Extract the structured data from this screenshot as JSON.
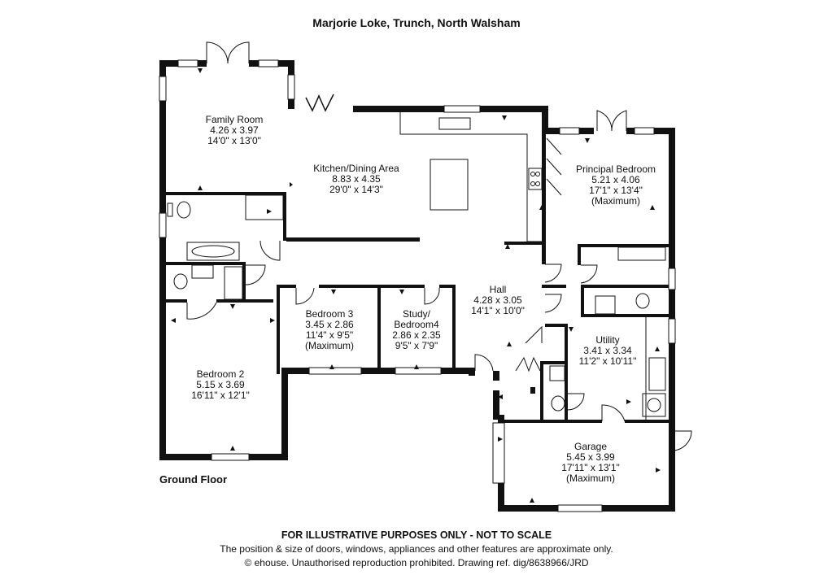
{
  "title": "Marjorie Loke, Trunch, North Walsham",
  "floor_label": "Ground Floor",
  "rooms": [
    {
      "id": "family-room",
      "lines": [
        "Family Room",
        "4.26 x 3.97",
        "14'0\" x 13'0\""
      ]
    },
    {
      "id": "kitchen",
      "lines": [
        "Kitchen/Dining Area",
        "8.83 x 4.35",
        "29'0\" x 14'3\""
      ]
    },
    {
      "id": "principal-bedroom",
      "lines": [
        "Principal Bedroom",
        "5.21 x 4.06",
        "17'1\" x 13'4\"",
        "(Maximum)"
      ]
    },
    {
      "id": "hall",
      "lines": [
        "Hall",
        "4.28 x 3.05",
        "14'1\" x 10'0\""
      ]
    },
    {
      "id": "bedroom-3",
      "lines": [
        "Bedroom 3",
        "3.45 x 2.86",
        "11'4\" x 9'5\"",
        "(Maximum)"
      ]
    },
    {
      "id": "study",
      "lines": [
        "Study/",
        "Bedroom4",
        "2.86 x 2.35",
        "9'5\" x 7'9\""
      ]
    },
    {
      "id": "utility",
      "lines": [
        "Utility",
        "3.41 x 3.34",
        "11'2\" x 10'11\""
      ]
    },
    {
      "id": "bedroom-2",
      "lines": [
        "Bedroom 2",
        "5.15 x 3.69",
        "16'11\" x 12'1\""
      ]
    },
    {
      "id": "garage",
      "lines": [
        "Garage",
        "5.45 x 3.99",
        "17'11\" x 13'1\"",
        "(Maximum)"
      ]
    }
  ],
  "disclaimer": {
    "main": "FOR ILLUSTRATIVE PURPOSES ONLY - NOT TO SCALE",
    "line2": "The position & size of doors, windows, appliances and other features are approximate only.",
    "line3": "© ehouse. Unauthorised reproduction prohibited. Drawing ref. dig/8638966/JRD"
  }
}
